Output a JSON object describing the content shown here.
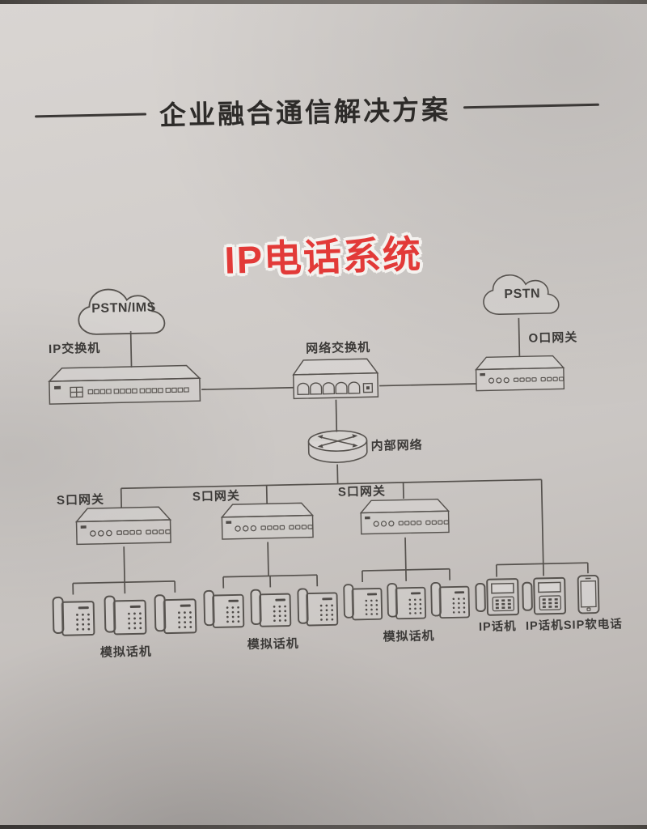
{
  "photo": {
    "paper_color": "#cfcbc8",
    "ink_color": "#56524e",
    "accent_red": "#e23a38"
  },
  "header": {
    "title": "企业融合通信解决方案"
  },
  "subtitle": {
    "text": "IP电话系统"
  },
  "clouds": {
    "left": {
      "label": "PSTN/IMS"
    },
    "right": {
      "label": "PSTN"
    }
  },
  "devices": {
    "ip_switch": {
      "label": "IP交换机"
    },
    "network_switch": {
      "label": "网络交换机"
    },
    "o_gateway": {
      "label": "O口网关"
    },
    "internal_network": {
      "label": "内部网络"
    },
    "s_gateways": [
      {
        "label": "S口网关"
      },
      {
        "label": "S口网关"
      },
      {
        "label": "S口网关"
      }
    ]
  },
  "phone_groups": [
    {
      "kind": "analog",
      "phone_count": 3,
      "label": "模拟话机"
    },
    {
      "kind": "analog",
      "phone_count": 3,
      "label": "模拟话机"
    },
    {
      "kind": "analog",
      "phone_count": 3,
      "label": "模拟话机"
    },
    {
      "kind": "ip",
      "items": [
        {
          "type": "ip-phone",
          "label": "IP话机"
        },
        {
          "type": "ip-phone",
          "label": "IP话机"
        },
        {
          "type": "sip-softphone",
          "label": "SIP软电话"
        }
      ]
    }
  ],
  "icons": {
    "cloud-icon": "outlined cloud shape",
    "rack-gateway-icon": "3D box with round and square ports",
    "ip-switch-icon": "long 3D box with port row",
    "network-switch-icon": "desktop switch with 5 RJ45 ports",
    "router-icon": "cylinder with crossed arrows",
    "analog-phone-icon": "desk phone, handset left, keypad dots",
    "ip-phone-icon": "desk phone with rectangular screen",
    "smartphone-icon": "mobile phone outline"
  },
  "topology_edges": [
    "PSTN/IMS — IP交换机",
    "IP交换机 — 网络交换机",
    "PSTN — O口网关",
    "网络交换机 — O口网关",
    "网络交换机 — 内部网络",
    "内部网络 — S口网关(1)",
    "内部网络 — S口网关(2)",
    "内部网络 — S口网关(3)",
    "内部网络 — IP话机/IP话机/SIP软电话",
    "S口网关(1) — 模拟话机×3",
    "S口网关(2) — 模拟话机×3",
    "S口网关(3) — 模拟话机×3"
  ]
}
